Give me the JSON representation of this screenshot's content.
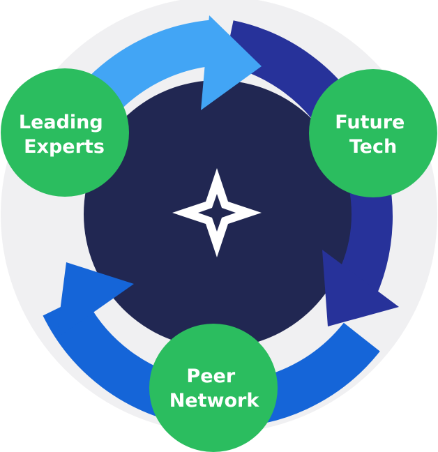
{
  "diagram": {
    "nodes": [
      {
        "id": "leading-experts",
        "lines": [
          "Leading",
          "Experts"
        ],
        "color": "#2bbd5f"
      },
      {
        "id": "future-tech",
        "lines": [
          "Future",
          "Tech"
        ],
        "color": "#2bbd5f"
      },
      {
        "id": "peer-network",
        "lines": [
          "Peer",
          "Network"
        ],
        "color": "#2bbd5f"
      }
    ],
    "colors": {
      "outer_ring": "#f0f0f2",
      "core": "#212752",
      "arrow_light": "#42a5f5",
      "arrow_dark": "#27329a",
      "arrow_mid": "#1565d8",
      "emblem": "#ffffff"
    },
    "center_icon": "star-compass-icon"
  }
}
